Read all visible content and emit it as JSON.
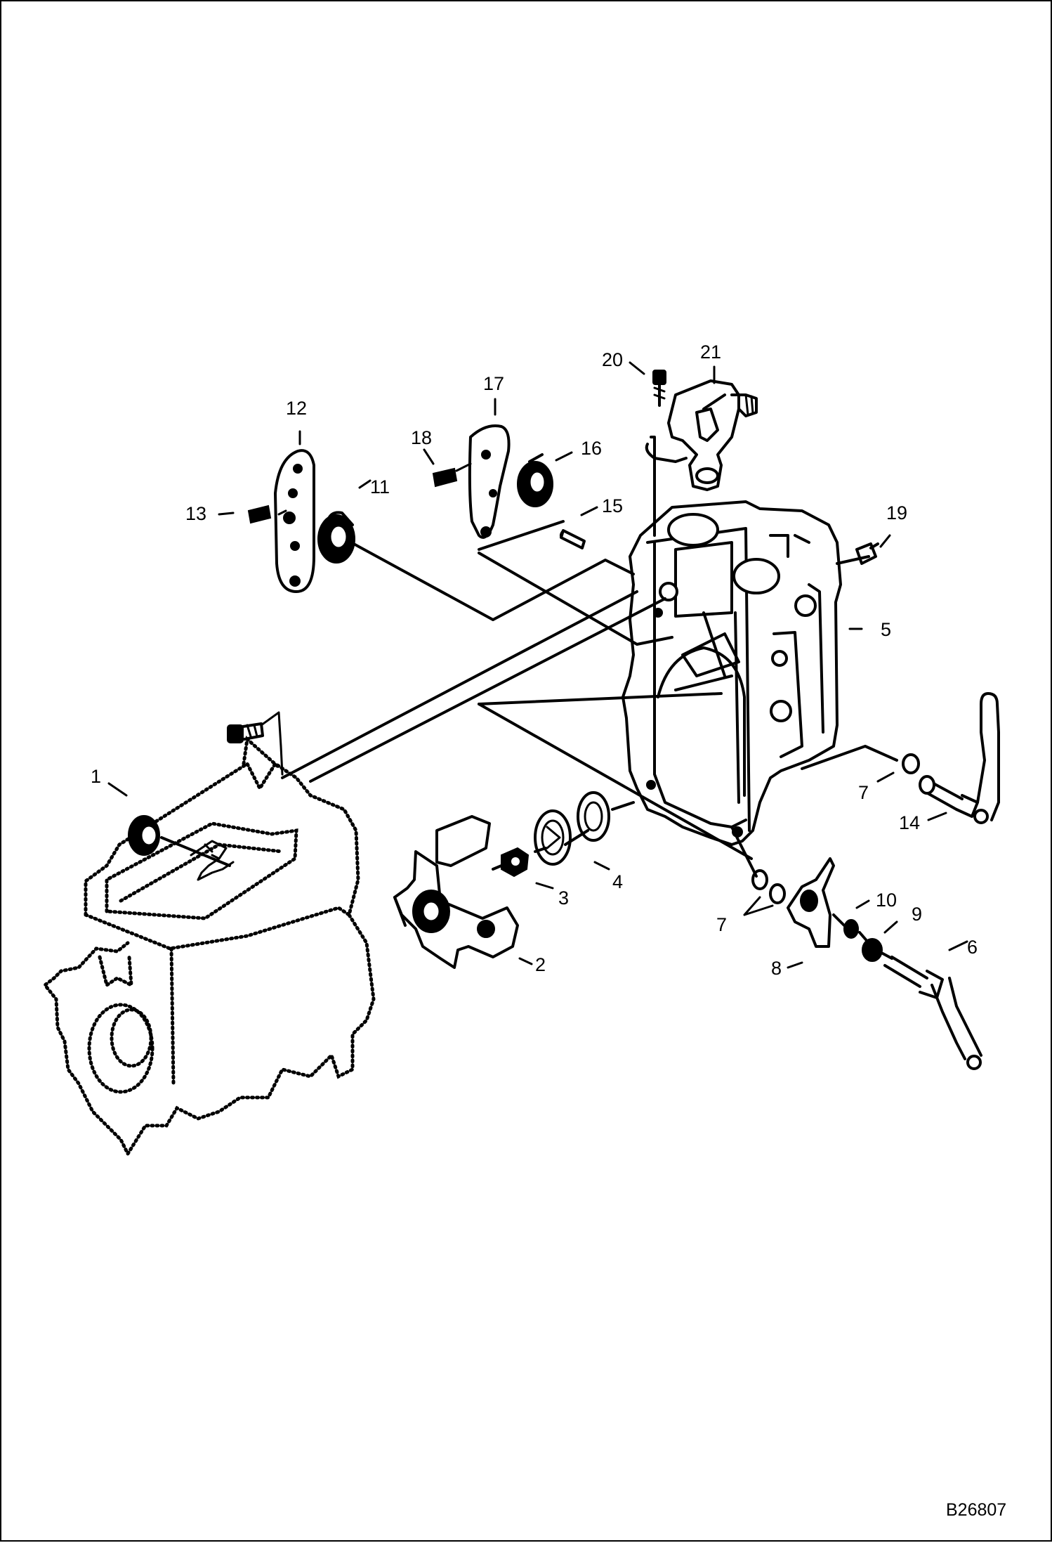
{
  "diagram": {
    "reference_code": "B26807",
    "callouts": [
      "1",
      "2",
      "3",
      "4",
      "5",
      "6",
      "7",
      "7",
      "8",
      "9",
      "10",
      "11",
      "12",
      "13",
      "14",
      "15",
      "16",
      "17",
      "18",
      "19",
      "20",
      "21"
    ]
  }
}
